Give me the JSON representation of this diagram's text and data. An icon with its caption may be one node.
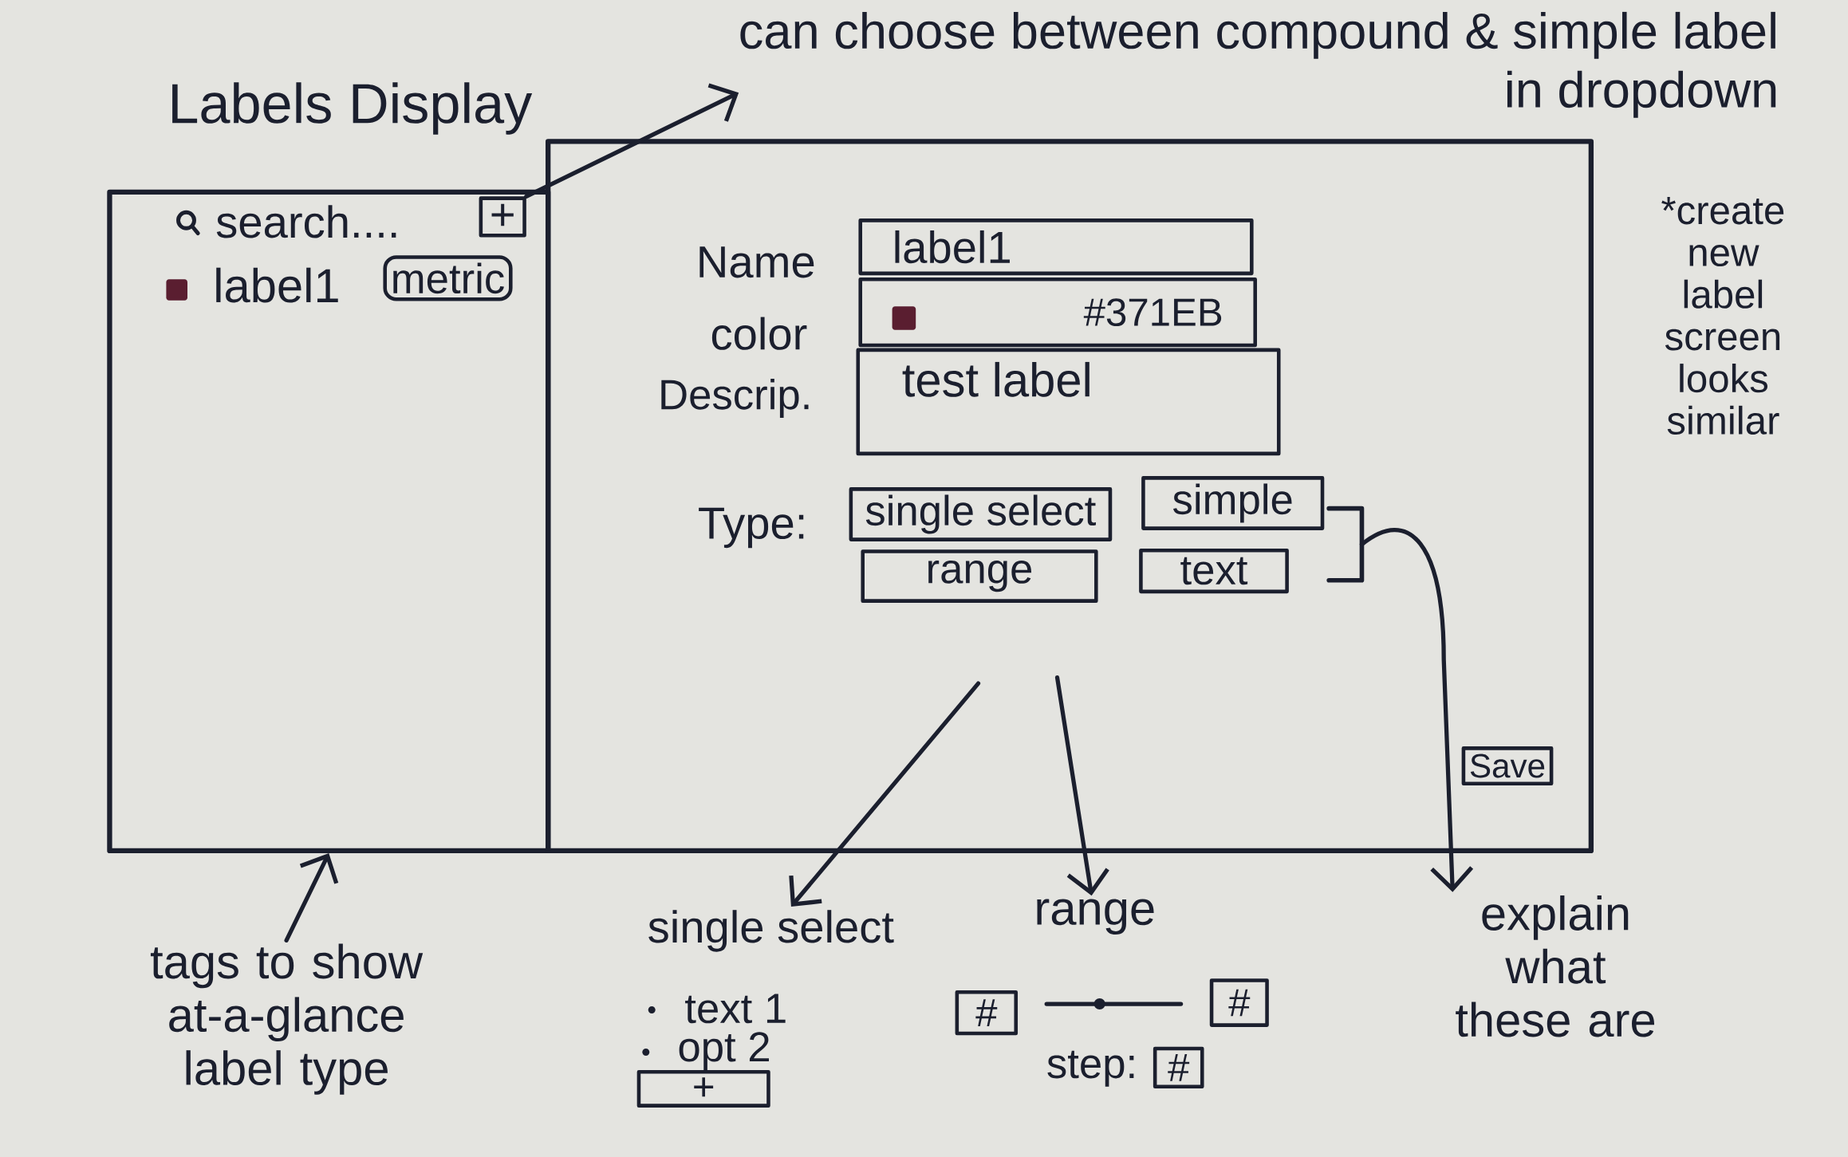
{
  "diagram": {
    "title": "Labels Display",
    "nodes": [
      {
        "text": [
          "can choose between compound & simple label in dropdown"
        ]
      },
      {
        "text": [
          "search....",
          "label1"
        ]
      },
      {
        "text": [
          "+"
        ],
        "in": 1
      },
      {
        "text": [
          "metric"
        ],
        "in": 1
      },
      {
        "text": [
          "Type:"
        ]
      },
      {
        "text": [
          "label1"
        ],
        "beside": [
          "Name"
        ],
        "in": 4
      },
      {
        "text": [
          "#371EB"
        ],
        "beside": [
          "color"
        ],
        "in": 4
      },
      {
        "text": [
          "test label"
        ],
        "beside": [
          "Descrip."
        ],
        "in": 4
      },
      {
        "text": [
          "single select"
        ],
        "in": 4
      },
      {
        "text": [
          "simple"
        ],
        "in": 4
      },
      {
        "text": [
          "range"
        ],
        "in": 4
      },
      {
        "text": [
          "text"
        ],
        "in": 4
      },
      {
        "text": [],
        "shape": "bracket",
        "in": 4
      },
      {
        "text": [
          "Save"
        ],
        "in": 4
      },
      {
        "text": [
          "tags to show at-a-glance label type"
        ]
      },
      {
        "text": [
          "single select"
        ]
      },
      {
        "text": [
          "range"
        ]
      },
      {
        "text": [
          "explain what these are"
        ]
      },
      {
        "text": [
          "+"
        ]
      },
      {
        "text": [
          "#"
        ]
      },
      {
        "text": [
          "#"
        ]
      },
      {
        "text": [
          "#"
        ],
        "beside": [
          "step:"
        ]
      }
    ],
    "edges": [
      {
        "from": 2,
        "to": 0,
        "arrow": "to"
      },
      {
        "from": 14,
        "to": 1,
        "arrow": "to"
      },
      {
        "from": null,
        "to": 15,
        "arrow": "to"
      },
      {
        "from": null,
        "to": 16,
        "arrow": "to"
      },
      {
        "from": 12,
        "to": 17,
        "arrow": "to"
      }
    ],
    "labels": [
      "*create new label screen looks similar",
      "text 1",
      "opt 2"
    ]
  }
}
